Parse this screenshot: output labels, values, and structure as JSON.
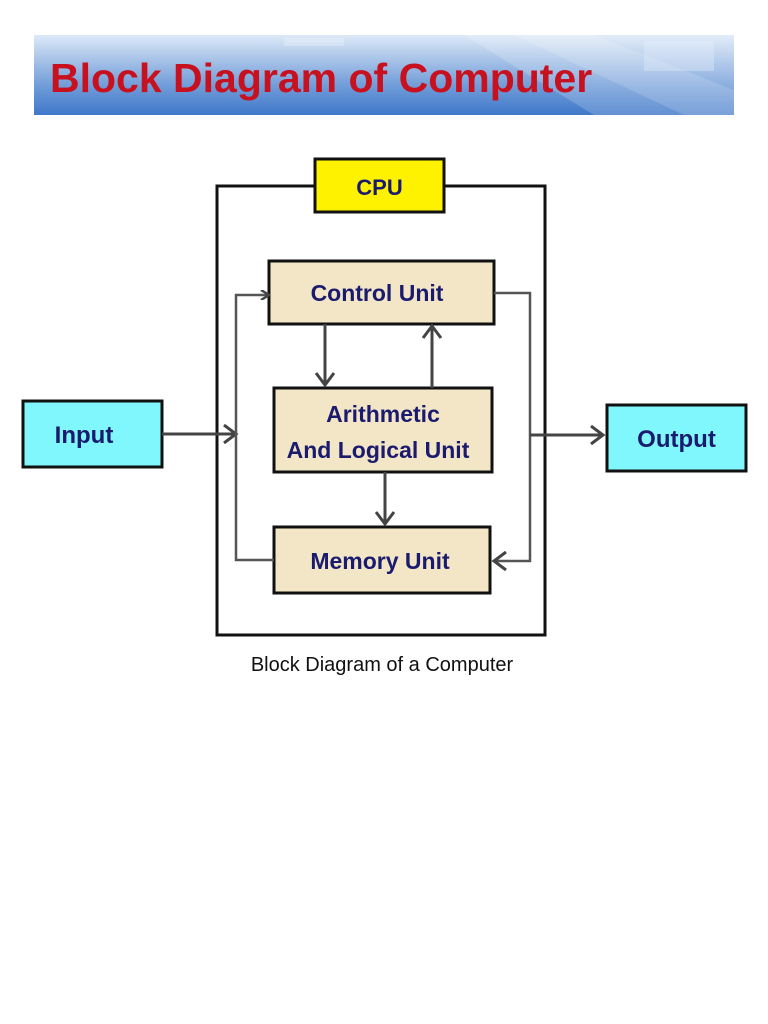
{
  "header": {
    "title": "Block Diagram of Computer"
  },
  "diagram": {
    "cpu_label": "CPU",
    "input_label": "Input",
    "output_label": "Output",
    "control_unit_label": "Control Unit",
    "alu_label_line1": "Arithmetic",
    "alu_label_line2": "And Logical Unit",
    "memory_unit_label": "Memory Unit",
    "caption": "Block Diagram of a Computer"
  },
  "colors": {
    "title_text": "#c8111e",
    "banner_blue": "#3f78c9",
    "io_box_fill": "#80f7fc",
    "unit_box_fill": "#f2e6c6",
    "cpu_tag_fill": "#fff200",
    "label_text": "#1a1a6e"
  }
}
